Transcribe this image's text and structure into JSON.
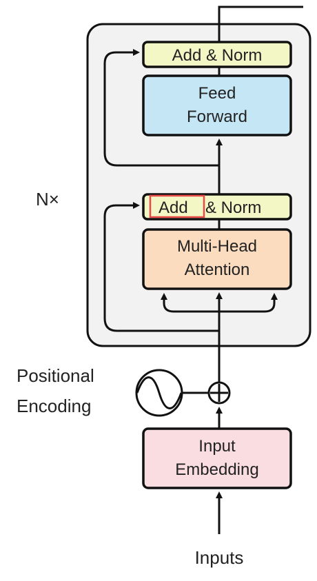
{
  "encoder": {
    "repeat_label": "N×",
    "add_norm_top": "Add & Norm",
    "feed_forward": [
      "Feed",
      "Forward"
    ],
    "add_norm_bottom_highlight": "Add",
    "add_norm_bottom_rest": "& Norm",
    "attention": [
      "Multi-Head",
      "Attention"
    ]
  },
  "positional_encoding": [
    "Positional",
    "Encoding"
  ],
  "input_embedding": [
    "Input",
    "Embedding"
  ],
  "inputs_label": "Inputs",
  "colors": {
    "add_norm": "#f3f6c5",
    "feed_forward": "#c4e6f5",
    "attention": "#fbdcbf",
    "embedding": "#fadde1",
    "block_bg": "#f2f2f2",
    "highlight": "#e84a4a"
  }
}
